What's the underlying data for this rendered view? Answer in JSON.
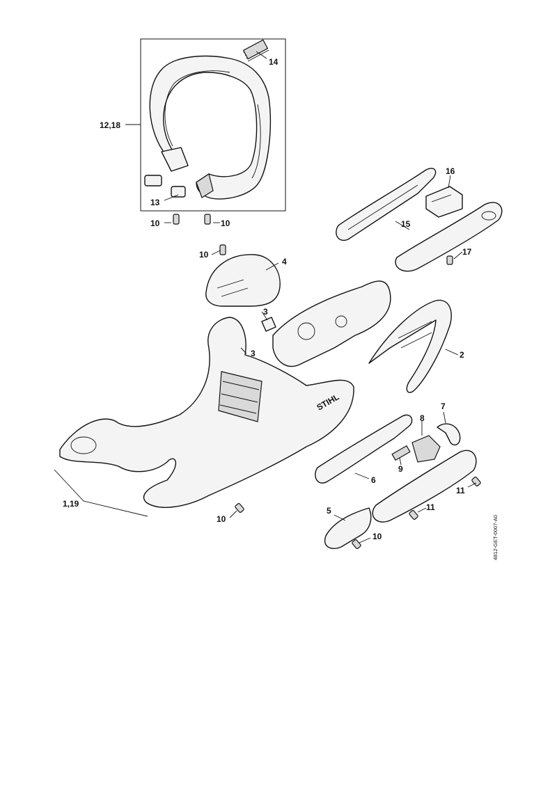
{
  "diagram": {
    "doc_id": "4812-GET-0007-A0",
    "brand_mark": "STIHL",
    "callouts": [
      {
        "id": "c-14",
        "text": "14"
      },
      {
        "id": "c-12-18",
        "text": "12,18"
      },
      {
        "id": "c-13",
        "text": "13"
      },
      {
        "id": "c-10a",
        "text": "10"
      },
      {
        "id": "c-10b",
        "text": "10"
      },
      {
        "id": "c-16",
        "text": "16"
      },
      {
        "id": "c-15",
        "text": "15"
      },
      {
        "id": "c-17",
        "text": "17"
      },
      {
        "id": "c-10c",
        "text": "10"
      },
      {
        "id": "c-4",
        "text": "4"
      },
      {
        "id": "c-3a",
        "text": "3"
      },
      {
        "id": "c-3b",
        "text": "3"
      },
      {
        "id": "c-2",
        "text": "2"
      },
      {
        "id": "c-7",
        "text": "7"
      },
      {
        "id": "c-8",
        "text": "8"
      },
      {
        "id": "c-9",
        "text": "9"
      },
      {
        "id": "c-6",
        "text": "6"
      },
      {
        "id": "c-11a",
        "text": "11"
      },
      {
        "id": "c-11b",
        "text": "11"
      },
      {
        "id": "c-5",
        "text": "5"
      },
      {
        "id": "c-10d",
        "text": "10"
      },
      {
        "id": "c-10e",
        "text": "10"
      },
      {
        "id": "c-1-19",
        "text": "1,19"
      }
    ]
  }
}
